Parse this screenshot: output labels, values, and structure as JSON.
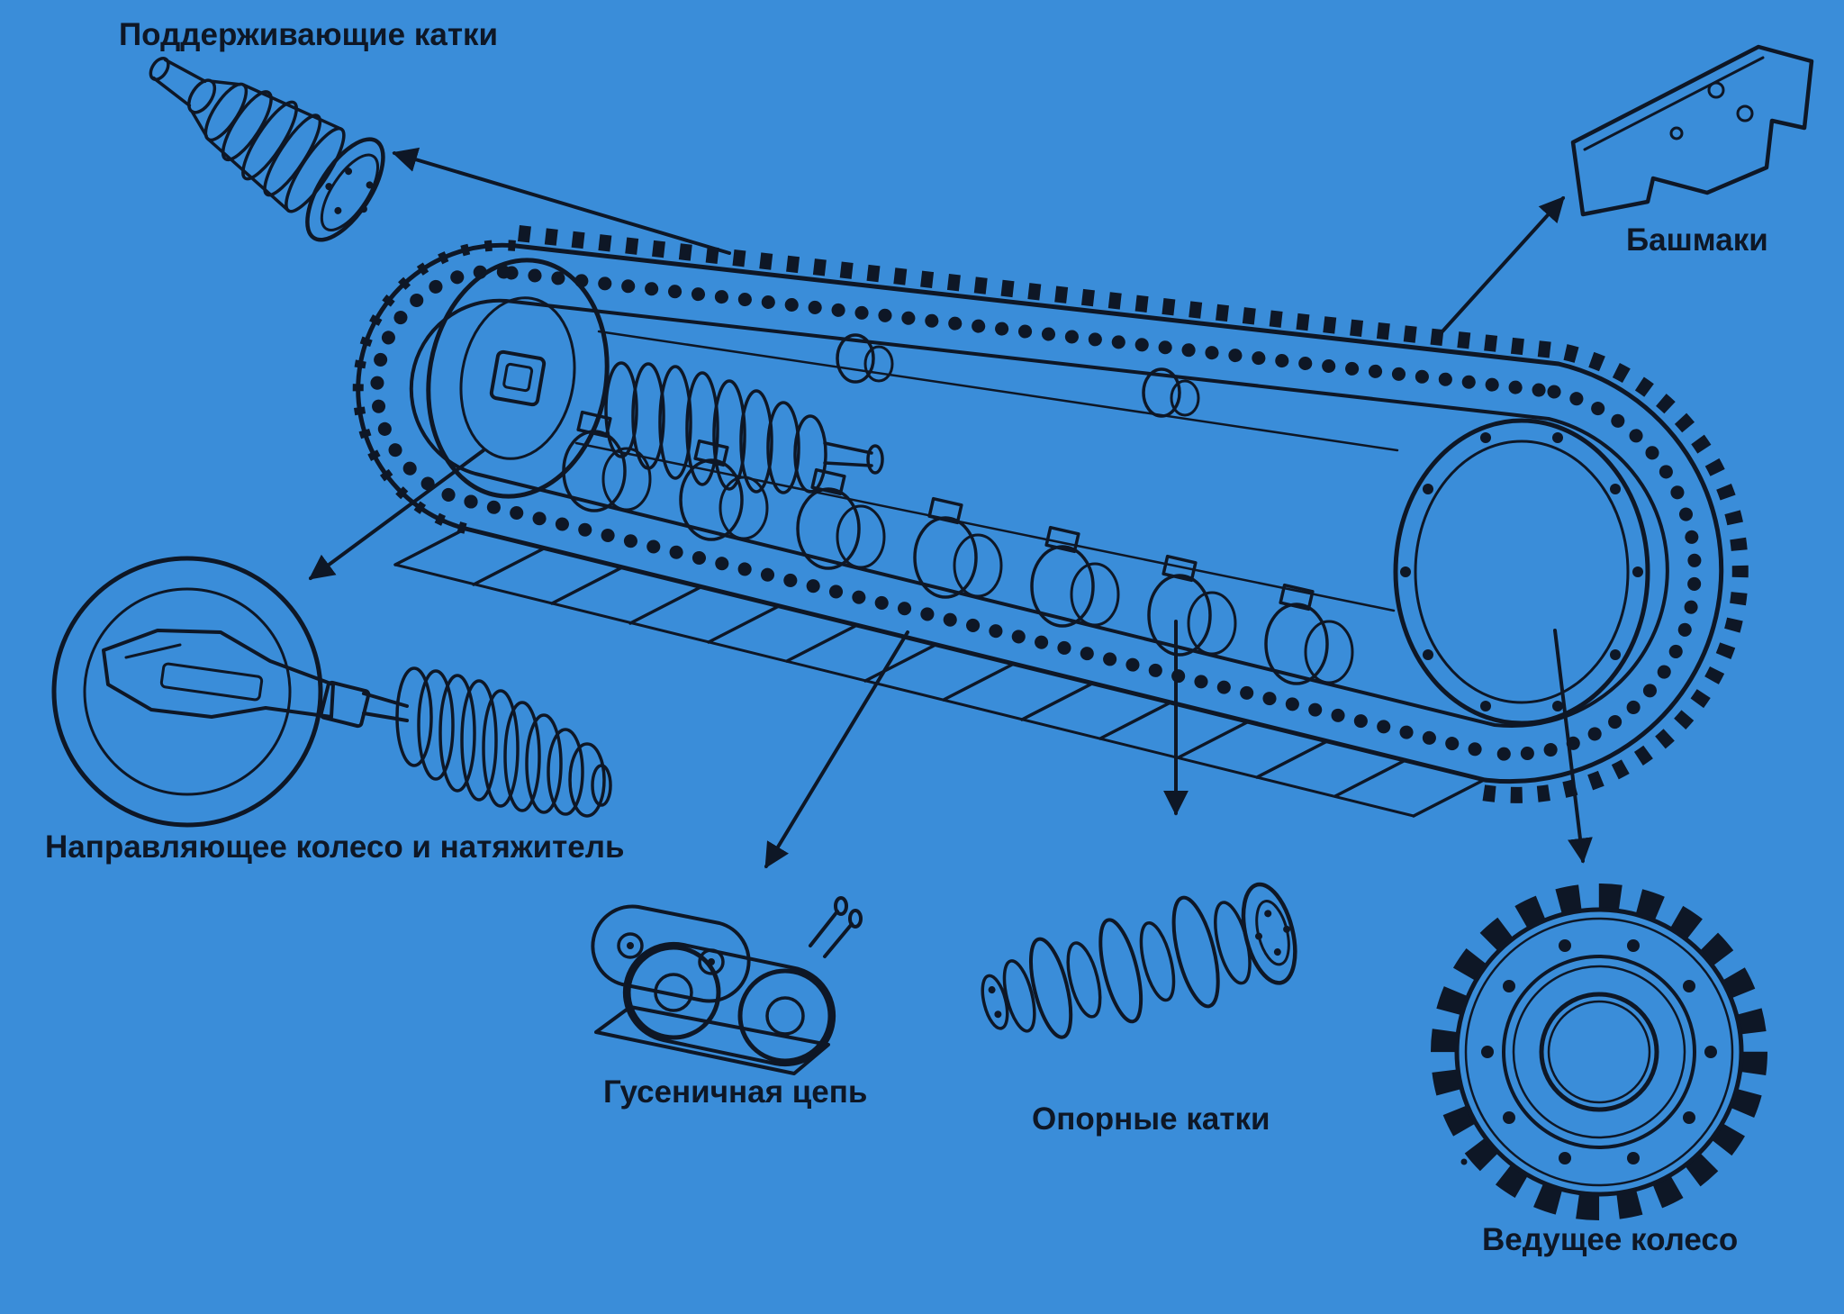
{
  "background_color": "#3a8dd9",
  "ink_color": "#0e1726",
  "labels": {
    "carrier_rollers": "Поддерживающие катки",
    "shoes": "Башмаки",
    "idler_tensioner": "Направляющее колесо и натяжитель",
    "track_chain": "Гусеничная цепь",
    "track_rollers": "Опорные катки",
    "drive_wheel": "Ведущее колесо"
  }
}
